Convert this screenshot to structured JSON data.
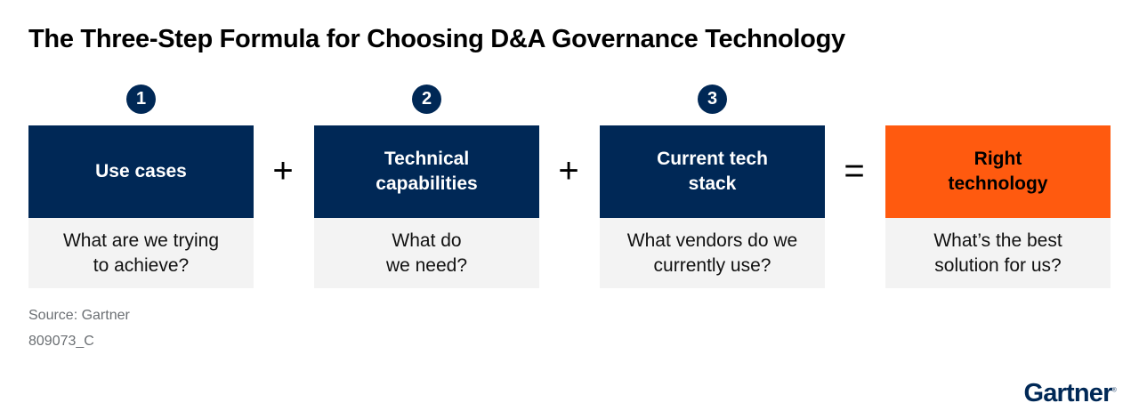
{
  "title": "The Three-Step Formula for Choosing D&A Governance Technology",
  "steps": [
    {
      "number": "1",
      "heading": "Use cases",
      "question": "What are we trying to achieve?"
    },
    {
      "number": "2",
      "heading": "Technical capabilities",
      "question": "What do we need?"
    },
    {
      "number": "3",
      "heading": "Current tech stack",
      "question": "What vendors do we currently use?"
    },
    {
      "number": "",
      "heading": "Right technology",
      "question": "What’s the best solution for us?"
    }
  ],
  "operators": [
    "+",
    "+",
    "="
  ],
  "source": "Source: Gartner",
  "figure_id": "809073_C",
  "logo": "Gartner",
  "colors": {
    "navy": "#002856",
    "orange": "#ff5a0f",
    "grey": "#f3f3f3"
  }
}
